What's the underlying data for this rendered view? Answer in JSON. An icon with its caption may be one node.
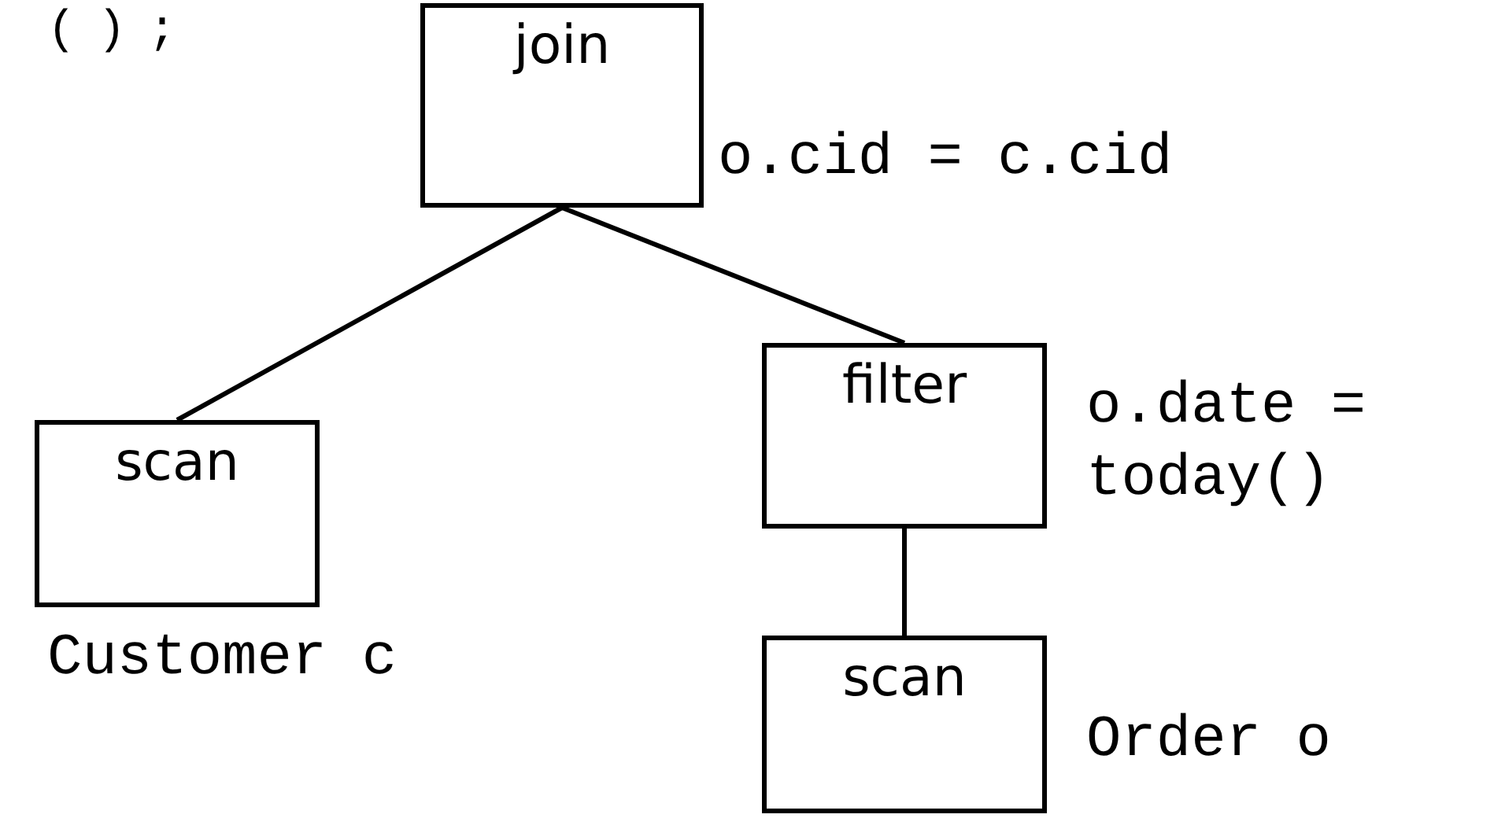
{
  "diagram": {
    "nodes": [
      {
        "text": [
          "join"
        ],
        "beside": [
          "o.cid = c.cid"
        ]
      },
      {
        "text": [
          "scan"
        ],
        "beside": [
          "Customer c"
        ]
      },
      {
        "text": [
          "filter"
        ],
        "beside": [
          "o.date = today()"
        ]
      },
      {
        "text": [
          "scan"
        ],
        "beside": [
          "Order o"
        ]
      }
    ],
    "edges": [
      {
        "from": 0,
        "to": 1,
        "arrow": "none"
      },
      {
        "from": 0,
        "to": 2,
        "arrow": "none"
      },
      {
        "from": 2,
        "to": 3,
        "arrow": "none"
      }
    ],
    "labels": [
      "();"
    ]
  }
}
